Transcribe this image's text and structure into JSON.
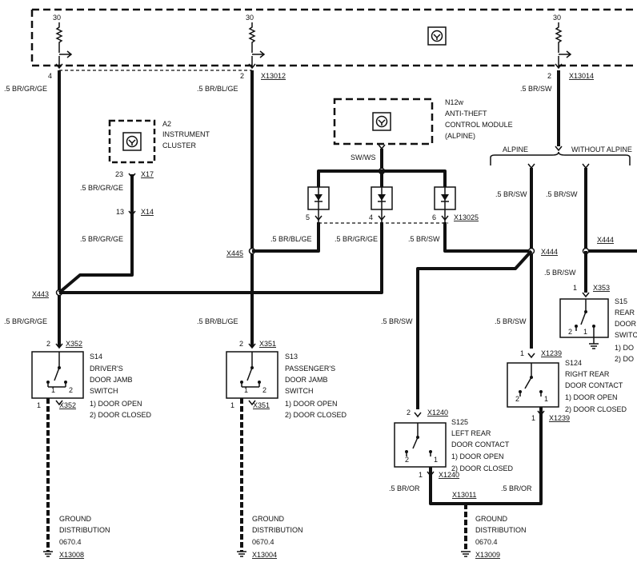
{
  "fuse_panel": {
    "supply_30": "30"
  },
  "col1": {
    "pin_top": "4",
    "wire_top": ".5 BR/GR/GE",
    "node_x443": "X443",
    "wire_mid": ".5 BR/GR/GE",
    "switch": {
      "pin_top": "2",
      "conn_top": "X352",
      "id": "S14",
      "line1": "DRIVER'S",
      "line2": "DOOR JAMB",
      "line3": "SWITCH",
      "pin_bl": "1",
      "pin_br": "2",
      "pin_bot": "1",
      "conn_bot": "X352",
      "state1": "1)  DOOR OPEN",
      "state2": "2)  DOOR CLOSED"
    },
    "ground": {
      "l1": "GROUND",
      "l2": "DISTRIBUTION",
      "l3": "0670.4",
      "conn": "X13008"
    }
  },
  "cluster": {
    "id": "A2",
    "line1": "INSTRUMENT",
    "line2": "CLUSTER",
    "pin1": "23",
    "conn1": "X17",
    "wire1": ".5 BR/GR/GE",
    "pin2": "13",
    "conn2": "X14",
    "wire2": ".5 BR/GR/GE"
  },
  "col2": {
    "pin_top": "2",
    "conn_top": "X13012",
    "wire_top": ".5 BR/BL/GE",
    "node_x445": "X445",
    "wire_branch": ".5 BR/BL/GE",
    "wire_mid": ".5 BR/BL/GE",
    "switch": {
      "pin_top": "2",
      "conn_top": "X351",
      "id": "S13",
      "line1": "PASSENGER'S",
      "line2": "DOOR JAMB",
      "line3": "SWITCH",
      "pin_bl": "1",
      "pin_br": "2",
      "pin_bot": "1",
      "conn_bot": "X351",
      "state1": "1)  DOOR OPEN",
      "state2": "2)  DOOR CLOSED"
    },
    "ground": {
      "l1": "GROUND",
      "l2": "DISTRIBUTION",
      "l3": "0670.4",
      "conn": "X13004"
    }
  },
  "antitheft": {
    "id": "N12w",
    "line1": "ANTI-THEFT",
    "line2": "CONTROL MODULE",
    "line3": "(ALPINE)",
    "wire": "SW/WS",
    "diode_pin1": "5",
    "diode_pin2": "4",
    "diode_pin3": "6",
    "diode_conn": "X13025",
    "wire_d2": ".5 BR/GR/GE",
    "wire_d3": ".5 BR/SW"
  },
  "col3": {
    "pin_top": "2",
    "conn_top": "X13014",
    "wire_top": ".5 BR/SW",
    "alpine": "ALPINE",
    "without_alpine": "WITHOUT ALPINE",
    "wire_alpine": ".5 BR/SW",
    "wire_without": ".5 BR/SW",
    "node_x444a": "X444",
    "node_x444b": "X444",
    "wire_s15": ".5 BR/SW",
    "wire_s125": ".5 BR/SW",
    "wire_s124": ".5 BR/SW",
    "s15": {
      "pin_top": "1",
      "conn_top": "X353",
      "id": "S15",
      "line1": "REAR",
      "line2": "DOOR",
      "line3": "SWITC",
      "pin_bl": "2",
      "pin_br": "1",
      "state1": "1)  DO",
      "state2": "2)  DO"
    },
    "s124": {
      "pin_top": "1",
      "conn_top": "X1239",
      "id": "S124",
      "line1": "RIGHT REAR",
      "line2": "DOOR CONTACT",
      "state1": "1)  DOOR OPEN",
      "state2": "2)  DOOR CLOSED",
      "pin_bl": "2",
      "pin_br": "1",
      "pin_bot": "1",
      "conn_bot": "X1239"
    },
    "s125": {
      "pin_top": "2",
      "conn_top": "X1240",
      "id": "S125",
      "line1": "LEFT REAR",
      "line2": "DOOR CONTACT",
      "state1": "1)  DOOR OPEN",
      "state2": "2)  DOOR CLOSED",
      "pin_bl": "2",
      "pin_br": "1",
      "pin_bot": "1",
      "conn_bot": "X1240"
    },
    "wire_gnd_left": ".5 BR/OR",
    "wire_gnd_right": ".5 BR/OR",
    "splice": "X13011",
    "ground": {
      "l1": "GROUND",
      "l2": "DISTRIBUTION",
      "l3": "0670.4",
      "conn": "X13009"
    }
  }
}
